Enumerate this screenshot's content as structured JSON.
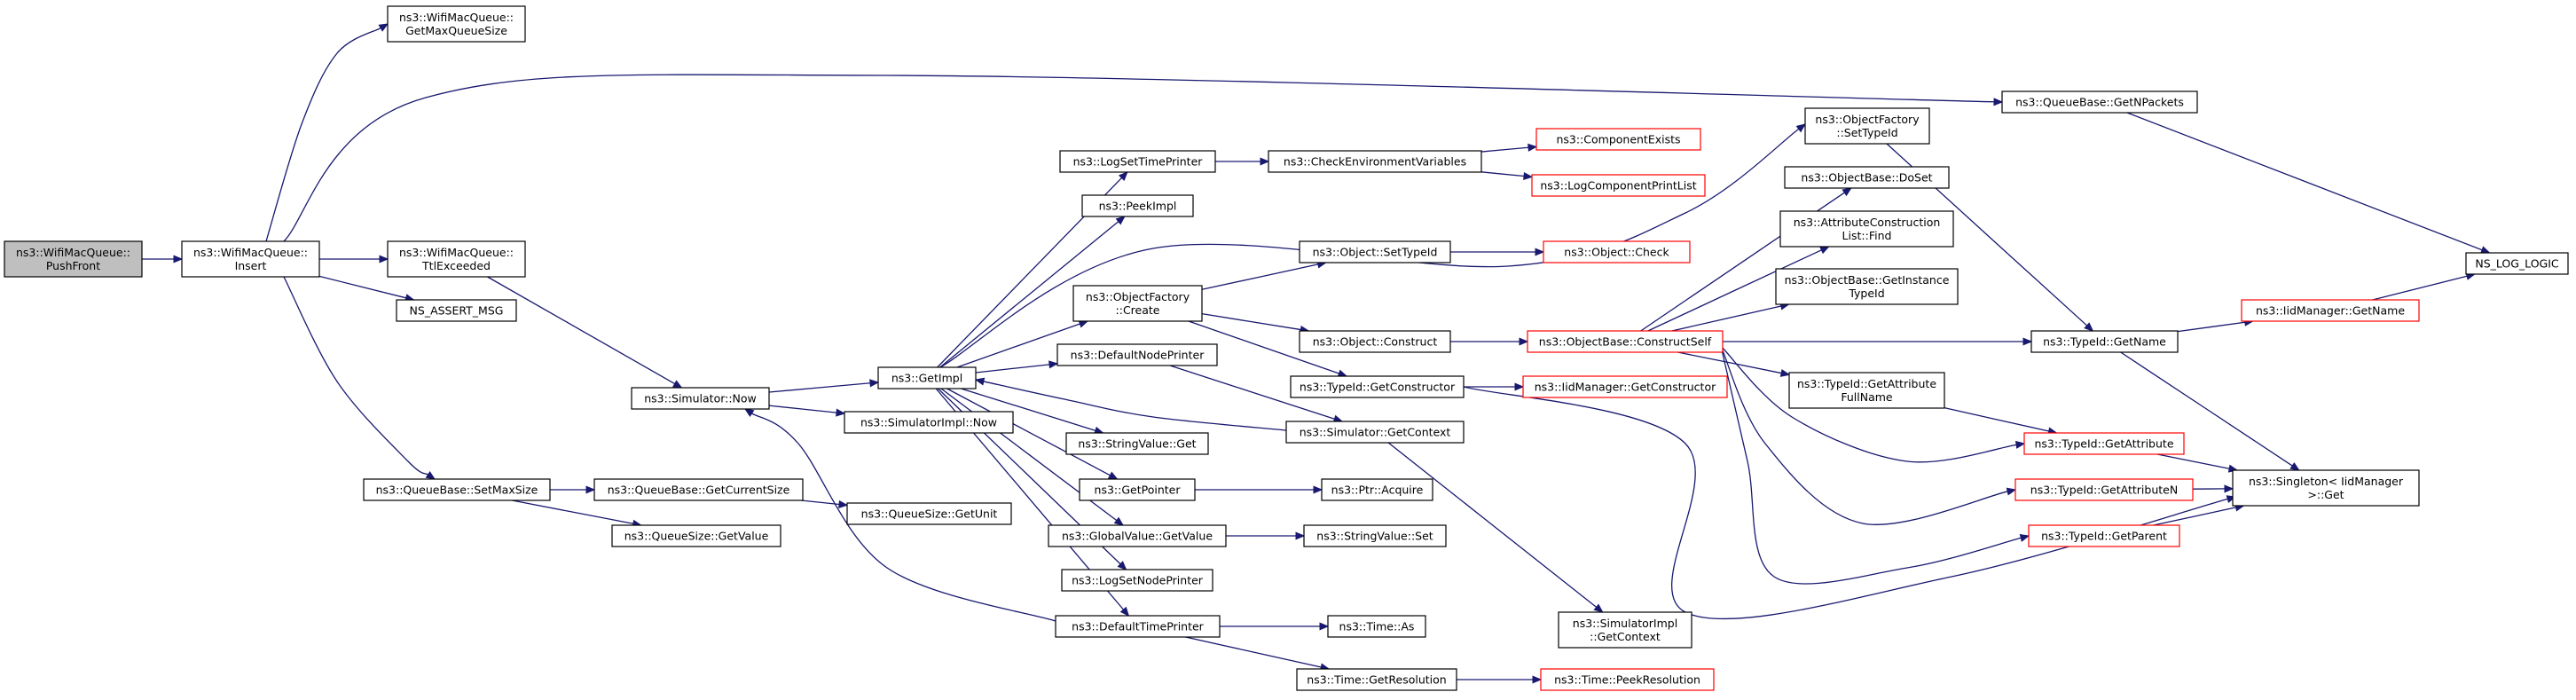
{
  "title": "",
  "colors": {
    "edge": "#191970",
    "node_border": "#000000",
    "node_border_external": "#ff0000",
    "root_fill": "#bfbfbf",
    "node_fill": "#ffffff"
  },
  "nodes": [
    {
      "id": "pushfront",
      "lines": [
        "ns3::WifiMacQueue::",
        "PushFront"
      ],
      "style": "root"
    },
    {
      "id": "insert",
      "lines": [
        "ns3::WifiMacQueue::",
        "Insert"
      ],
      "style": "normal"
    },
    {
      "id": "getmaxqueuesize",
      "lines": [
        "ns3::WifiMacQueue::",
        "GetMaxQueueSize"
      ],
      "style": "normal"
    },
    {
      "id": "ttlexceeded",
      "lines": [
        "ns3::WifiMacQueue::",
        "TtlExceeded"
      ],
      "style": "normal"
    },
    {
      "id": "nsassertmsg",
      "lines": [
        "NS_ASSERT_MSG"
      ],
      "style": "normal"
    },
    {
      "id": "setmaxsize",
      "lines": [
        "ns3::QueueBase::SetMaxSize"
      ],
      "style": "normal"
    },
    {
      "id": "getcurrentsize",
      "lines": [
        "ns3::QueueBase::GetCurrentSize"
      ],
      "style": "normal"
    },
    {
      "id": "queuesizegetvalue",
      "lines": [
        "ns3::QueueSize::GetValue"
      ],
      "style": "normal"
    },
    {
      "id": "getunit",
      "lines": [
        "ns3::QueueSize::GetUnit"
      ],
      "style": "normal"
    },
    {
      "id": "simnow",
      "lines": [
        "ns3::Simulator::Now"
      ],
      "style": "normal"
    },
    {
      "id": "simimplnow",
      "lines": [
        "ns3::SimulatorImpl::Now"
      ],
      "style": "normal"
    },
    {
      "id": "getimpl",
      "lines": [
        "ns3::GetImpl"
      ],
      "style": "normal"
    },
    {
      "id": "logsettimeprinter",
      "lines": [
        "ns3::LogSetTimePrinter"
      ],
      "style": "normal"
    },
    {
      "id": "peekimpl",
      "lines": [
        "ns3::PeekImpl"
      ],
      "style": "normal"
    },
    {
      "id": "ofcreate",
      "lines": [
        "ns3::ObjectFactory",
        "::Create"
      ],
      "style": "normal"
    },
    {
      "id": "defaultnodeprinter",
      "lines": [
        "ns3::DefaultNodePrinter"
      ],
      "style": "normal"
    },
    {
      "id": "stringvalueget",
      "lines": [
        "ns3::StringValue::Get"
      ],
      "style": "normal"
    },
    {
      "id": "getpointer",
      "lines": [
        "ns3::GetPointer"
      ],
      "style": "normal"
    },
    {
      "id": "globalvaluegetvalue",
      "lines": [
        "ns3::GlobalValue::GetValue"
      ],
      "style": "normal"
    },
    {
      "id": "logsetnodeprinter",
      "lines": [
        "ns3::LogSetNodePrinter"
      ],
      "style": "normal"
    },
    {
      "id": "defaulttimeprinter",
      "lines": [
        "ns3::DefaultTimePrinter"
      ],
      "style": "normal"
    },
    {
      "id": "checkenvvars",
      "lines": [
        "ns3::CheckEnvironmentVariables"
      ],
      "style": "normal"
    },
    {
      "id": "componentexists",
      "lines": [
        "ns3::ComponentExists"
      ],
      "style": "external"
    },
    {
      "id": "logcomponentprintlist",
      "lines": [
        "ns3::LogComponentPrintList"
      ],
      "style": "external"
    },
    {
      "id": "objsettypeid",
      "lines": [
        "ns3::Object::SetTypeId"
      ],
      "style": "normal"
    },
    {
      "id": "objcheck",
      "lines": [
        "ns3::Object::Check"
      ],
      "style": "external"
    },
    {
      "id": "objconstruct",
      "lines": [
        "ns3::Object::Construct"
      ],
      "style": "normal"
    },
    {
      "id": "typeidgetconstructor",
      "lines": [
        "ns3::TypeId::GetConstructor"
      ],
      "style": "normal"
    },
    {
      "id": "simgetcontext",
      "lines": [
        "ns3::Simulator::GetContext"
      ],
      "style": "normal"
    },
    {
      "id": "ptracquire",
      "lines": [
        "ns3::Ptr::Acquire"
      ],
      "style": "normal"
    },
    {
      "id": "stringvalueset",
      "lines": [
        "ns3::StringValue::Set"
      ],
      "style": "normal"
    },
    {
      "id": "timeas",
      "lines": [
        "ns3::Time::As"
      ],
      "style": "normal"
    },
    {
      "id": "timegetresolution",
      "lines": [
        "ns3::Time::GetResolution"
      ],
      "style": "normal"
    },
    {
      "id": "timepeekresolution",
      "lines": [
        "ns3::Time::PeekResolution"
      ],
      "style": "external"
    },
    {
      "id": "ofsettypeid",
      "lines": [
        "ns3::ObjectFactory",
        "::SetTypeId"
      ],
      "style": "normal"
    },
    {
      "id": "obdoset",
      "lines": [
        "ns3::ObjectBase::DoSet"
      ],
      "style": "normal"
    },
    {
      "id": "attrconstrfind",
      "lines": [
        "ns3::AttributeConstruction",
        "List::Find"
      ],
      "style": "normal"
    },
    {
      "id": "obgetinstancetypeid",
      "lines": [
        "ns3::ObjectBase::GetInstance",
        "TypeId"
      ],
      "style": "normal"
    },
    {
      "id": "obconstructself",
      "lines": [
        "ns3::ObjectBase::ConstructSelf"
      ],
      "style": "external"
    },
    {
      "id": "iidgetconstructor",
      "lines": [
        "ns3::IidManager::GetConstructor"
      ],
      "style": "external"
    },
    {
      "id": "typeidgetattrfullname",
      "lines": [
        "ns3::TypeId::GetAttribute",
        "FullName"
      ],
      "style": "normal"
    },
    {
      "id": "simimplgetcontext",
      "lines": [
        "ns3::SimulatorImpl",
        "::GetContext"
      ],
      "style": "normal"
    },
    {
      "id": "qbgetnpackets",
      "lines": [
        "ns3::QueueBase::GetNPackets"
      ],
      "style": "normal"
    },
    {
      "id": "typeidgetname",
      "lines": [
        "ns3::TypeId::GetName"
      ],
      "style": "normal"
    },
    {
      "id": "typeidgetattribute",
      "lines": [
        "ns3::TypeId::GetAttribute"
      ],
      "style": "external"
    },
    {
      "id": "typeidgetattributen",
      "lines": [
        "ns3::TypeId::GetAttributeN"
      ],
      "style": "external"
    },
    {
      "id": "typeidgetparent",
      "lines": [
        "ns3::TypeId::GetParent"
      ],
      "style": "external"
    },
    {
      "id": "iidgetname",
      "lines": [
        "ns3::IidManager::GetName"
      ],
      "style": "external"
    },
    {
      "id": "nsloglogic",
      "lines": [
        "NS_LOG_LOGIC"
      ],
      "style": "normal"
    },
    {
      "id": "singletonget",
      "lines": [
        "ns3::Singleton< IidManager",
        " >::Get"
      ],
      "style": "normal"
    }
  ],
  "edges": [
    [
      "pushfront",
      "insert"
    ],
    [
      "insert",
      "getmaxqueuesize"
    ],
    [
      "insert",
      "qbgetnpackets"
    ],
    [
      "insert",
      "ttlexceeded"
    ],
    [
      "insert",
      "nsassertmsg"
    ],
    [
      "insert",
      "setmaxsize"
    ],
    [
      "ttlexceeded",
      "simnow"
    ],
    [
      "setmaxsize",
      "getcurrentsize"
    ],
    [
      "setmaxsize",
      "queuesizegetvalue"
    ],
    [
      "getcurrentsize",
      "getunit"
    ],
    [
      "simnow",
      "getimpl"
    ],
    [
      "simnow",
      "simimplnow"
    ],
    [
      "getimpl",
      "logsettimeprinter"
    ],
    [
      "getimpl",
      "peekimpl"
    ],
    [
      "getimpl",
      "ofsettypeid"
    ],
    [
      "getimpl",
      "ofcreate"
    ],
    [
      "getimpl",
      "defaultnodeprinter"
    ],
    [
      "getimpl",
      "stringvalueget"
    ],
    [
      "getimpl",
      "getpointer"
    ],
    [
      "getimpl",
      "globalvaluegetvalue"
    ],
    [
      "getimpl",
      "logsetnodeprinter"
    ],
    [
      "getimpl",
      "defaulttimeprinter"
    ],
    [
      "logsettimeprinter",
      "checkenvvars"
    ],
    [
      "checkenvvars",
      "componentexists"
    ],
    [
      "checkenvvars",
      "logcomponentprintlist"
    ],
    [
      "ofcreate",
      "objsettypeid"
    ],
    [
      "ofcreate",
      "objconstruct"
    ],
    [
      "ofcreate",
      "typeidgetconstructor"
    ],
    [
      "objsettypeid",
      "objcheck"
    ],
    [
      "objconstruct",
      "obconstructself"
    ],
    [
      "defaultnodeprinter",
      "simgetcontext"
    ],
    [
      "simgetcontext",
      "getimpl"
    ],
    [
      "simgetcontext",
      "simimplgetcontext"
    ],
    [
      "defaulttimeprinter",
      "simnow"
    ],
    [
      "defaulttimeprinter",
      "timeas"
    ],
    [
      "defaulttimeprinter",
      "timegetresolution"
    ],
    [
      "timegetresolution",
      "timepeekresolution"
    ],
    [
      "getpointer",
      "ptracquire"
    ],
    [
      "globalvaluegetvalue",
      "stringvalueset"
    ],
    [
      "typeidgetconstructor",
      "iidgetconstructor"
    ],
    [
      "typeidgetconstructor",
      "singletonget"
    ],
    [
      "obconstructself",
      "obdoset"
    ],
    [
      "obconstructself",
      "attrconstrfind"
    ],
    [
      "obconstructself",
      "obgetinstancetypeid"
    ],
    [
      "obconstructself",
      "typeidgetname"
    ],
    [
      "obconstructself",
      "typeidgetattrfullname"
    ],
    [
      "obconstructself",
      "typeidgetattribute"
    ],
    [
      "obconstructself",
      "typeidgetattributen"
    ],
    [
      "obconstructself",
      "typeidgetparent"
    ],
    [
      "typeidgetattrfullname",
      "typeidgetattribute"
    ],
    [
      "ofsettypeid",
      "typeidgetname"
    ],
    [
      "qbgetnpackets",
      "nsloglogic"
    ],
    [
      "typeidgetname",
      "iidgetname"
    ],
    [
      "typeidgetname",
      "singletonget"
    ],
    [
      "iidgetname",
      "nsloglogic"
    ],
    [
      "typeidgetattribute",
      "singletonget"
    ],
    [
      "typeidgetattributen",
      "singletonget"
    ],
    [
      "typeidgetparent",
      "singletonget"
    ]
  ]
}
